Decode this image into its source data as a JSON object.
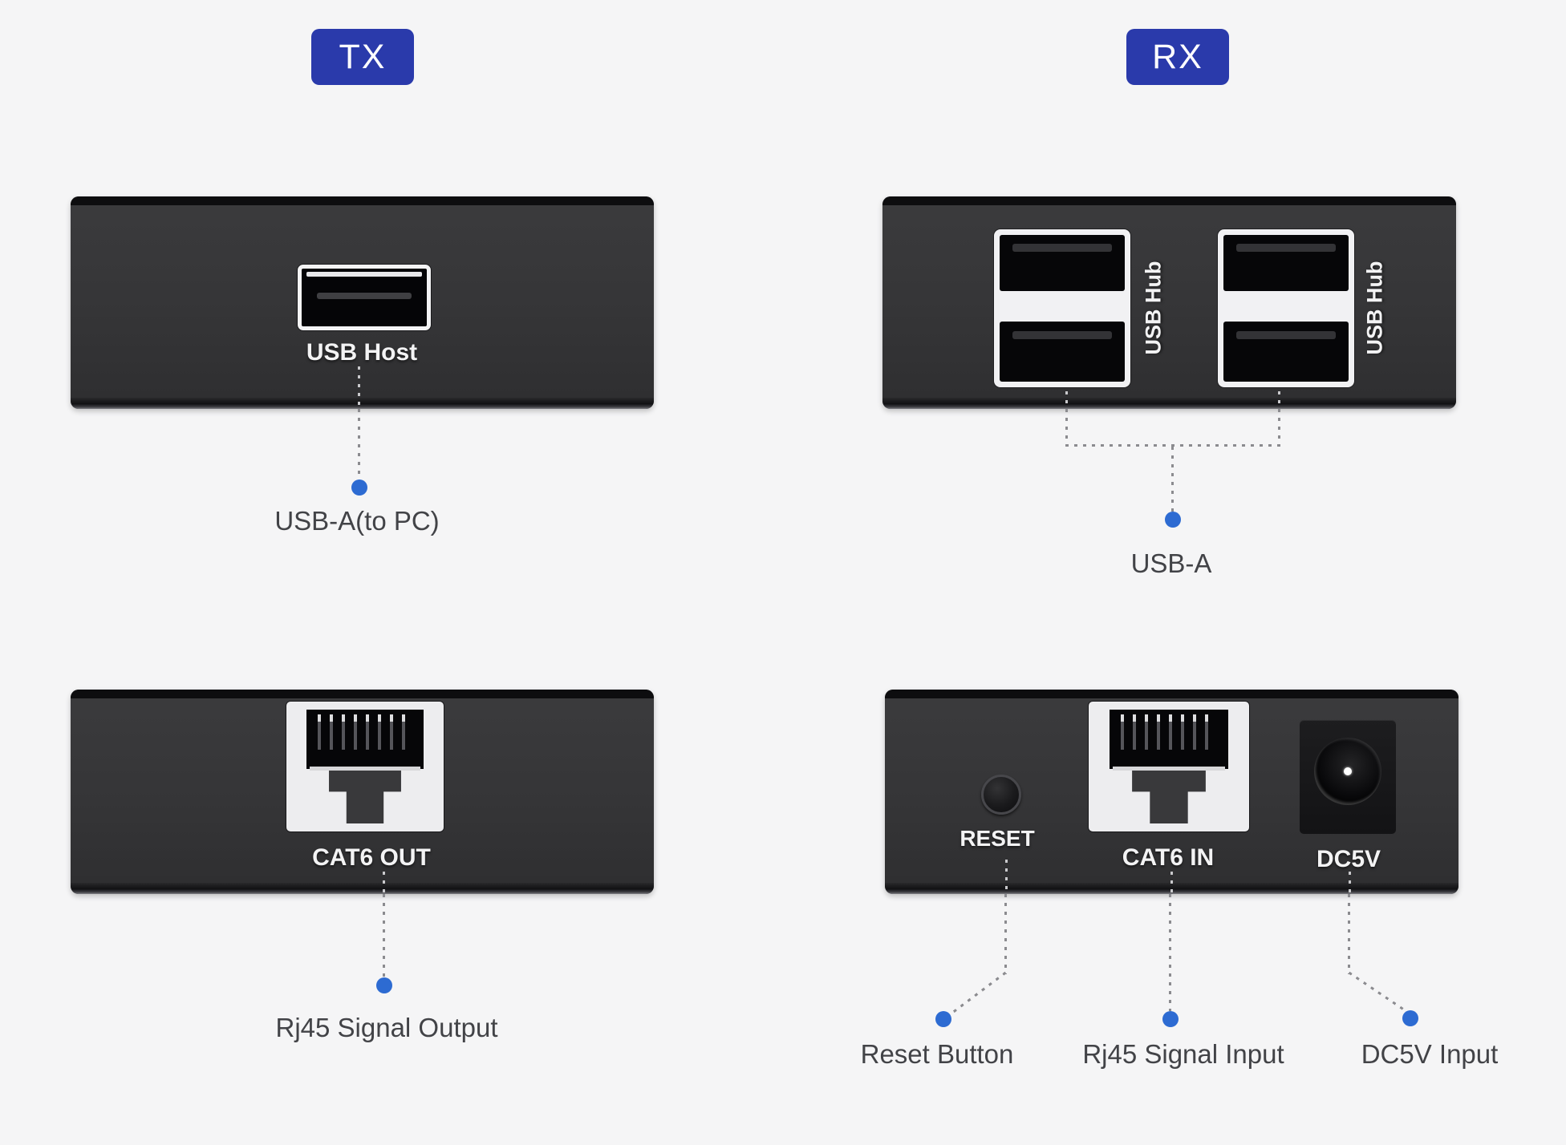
{
  "background_color": "#f5f5f6",
  "colors": {
    "badge_blue": "#2a3aab",
    "dot_blue": "#2d6bd2",
    "device_body": "#333335",
    "annotation_text": "#424347"
  },
  "tx": {
    "badge": "TX",
    "top_device": {
      "port_icon": "usb-a-port",
      "port_label": "USB Host",
      "annotation": "USB-A(to PC)"
    },
    "bottom_device": {
      "port_icon": "rj45-port",
      "port_label": "CAT6 OUT",
      "annotation": "Rj45 Signal Output"
    }
  },
  "rx": {
    "badge": "RX",
    "top_device": {
      "port_icon": "dual-usb-a-ports",
      "hub_labels": [
        "USB Hub",
        "USB Hub"
      ],
      "annotation": "USB-A"
    },
    "bottom_device": {
      "reset_label": "RESET",
      "cat6_label": "CAT6 IN",
      "dc_label": "DC5V",
      "reset_annotation": "Reset Button",
      "cat6_annotation": "Rj45 Signal Input",
      "dc_annotation": "DC5V Input"
    }
  }
}
